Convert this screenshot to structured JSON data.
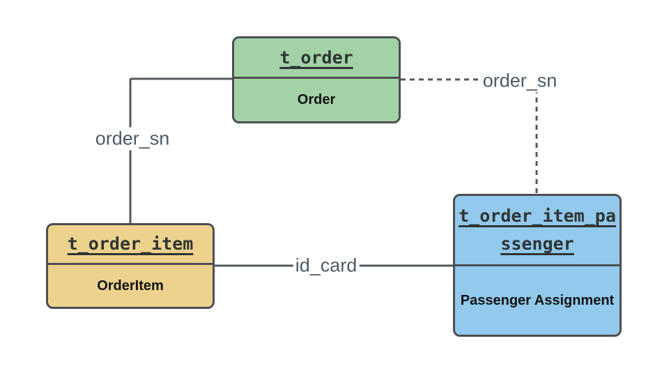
{
  "diagram": {
    "background": "#ffffff",
    "line_color": "#54585b",
    "label_color": "#4e5a66",
    "border_color": "#4c4f52",
    "entities": [
      {
        "table": "t_order",
        "caption": "Order",
        "fill": "#a2d2a6"
      },
      {
        "table": "t_order_item",
        "caption": "OrderItem",
        "fill": "#ecd28d"
      },
      {
        "table": "t_order_item_passenger",
        "caption": "Passenger Assignment",
        "fill": "#92c9ec"
      }
    ],
    "connections": [
      {
        "from": "t_order",
        "to": "t_order_item",
        "label": "order_sn",
        "style": "solid"
      },
      {
        "from": "t_order",
        "to": "t_order_item_passenger",
        "label": "order_sn",
        "style": "dashed"
      },
      {
        "from": "t_order_item",
        "to": "t_order_item_passenger",
        "label": "id_card",
        "style": "solid"
      }
    ]
  }
}
